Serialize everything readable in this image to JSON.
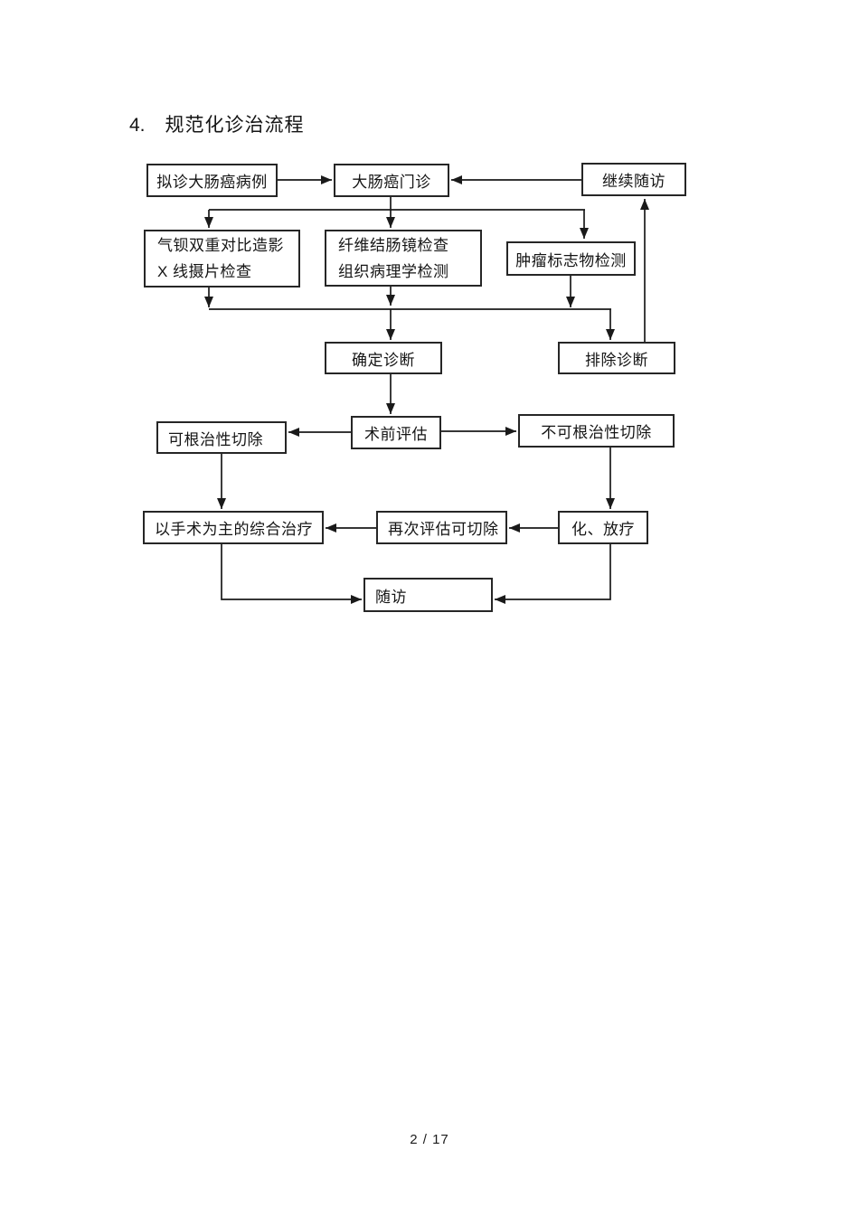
{
  "title": {
    "number": "4.",
    "text": "规范化诊治流程"
  },
  "flowchart": {
    "nodes": {
      "suspected_case": "拟诊大肠癌病例",
      "outpatient": "大肠癌门诊",
      "continue_followup": "继续随访",
      "xray_line1": "气钡双重对比造影",
      "xray_line2": "X 线摄片检查",
      "colonoscopy_line1": "纤维结肠镜检查",
      "colonoscopy_line2": "组织病理学检测",
      "tumor_marker": "肿瘤标志物检测",
      "confirm_diagnosis": "确定诊断",
      "exclude_diagnosis": "排除诊断",
      "preop_eval": "术前评估",
      "resectable": "可根治性切除",
      "unresectable": "不可根治性切除",
      "surgery_treatment": "以手术为主的综合治疗",
      "reeval_resectable": "再次评估可切除",
      "chemo_radio": "化、放疗",
      "followup": "随访"
    },
    "line_color": "#1a1a1a"
  },
  "footer": {
    "page_indicator": "2 / 17"
  }
}
